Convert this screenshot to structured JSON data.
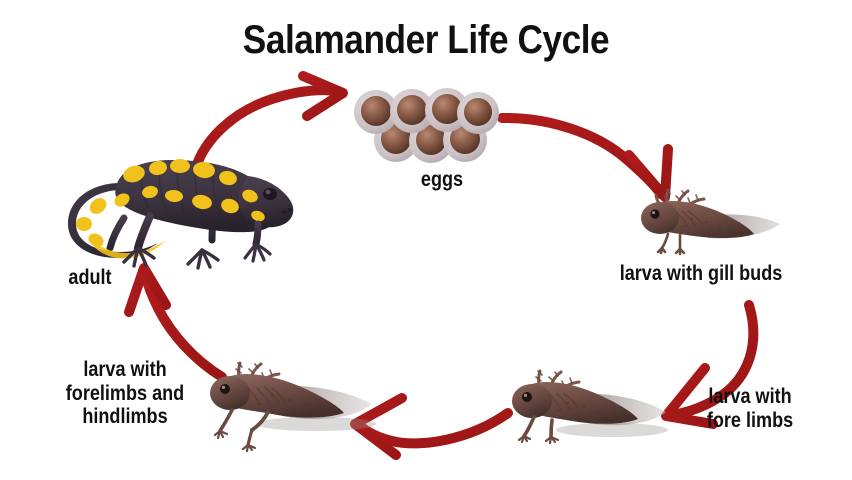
{
  "title": "Salamander Life Cycle",
  "palette": {
    "background": "#ffffff",
    "text": "#111111",
    "arrow_red": "#b01c1c",
    "arrow_red_dark": "#961616",
    "adult_body": "#413845",
    "adult_body_dark": "#2e2733",
    "adult_spot_yellow": "#f2c21c",
    "adult_spot_yellow_light": "#ffd633",
    "larva_body": "#6b4a42",
    "larva_body_dark": "#4b332e",
    "larva_body_light": "#8a6459",
    "larva_fin": "#b9b2b0",
    "egg_membrane": "#c9c0c4",
    "egg_yolk_light": "#a87a63",
    "egg_yolk_dark": "#5e3a2c"
  },
  "diagram": {
    "type": "life-cycle",
    "order": [
      "eggs",
      "larva with gill buds",
      "larva with fore limbs",
      "larva with forelimbs and hindlimbs",
      "adult"
    ],
    "direction": "clockwise",
    "arrow_count": 5
  },
  "stages": [
    {
      "id": "eggs",
      "label": "eggs",
      "egg_count": 7,
      "egg_rows": [
        4,
        3
      ]
    },
    {
      "id": "larva-gill-buds",
      "label": "larva with gill buds",
      "lines": [
        "larva with gill buds"
      ]
    },
    {
      "id": "larva-fore-limbs",
      "label": "larva with fore limbs",
      "lines": [
        "larva with",
        "fore limbs"
      ]
    },
    {
      "id": "larva-fore-hind-limbs",
      "label": "larva with forelimbs and hindlimbs",
      "lines": [
        "larva with",
        "forelimbs and",
        "hindlimbs"
      ]
    },
    {
      "id": "adult",
      "label": "adult",
      "lines": [
        "adult"
      ]
    }
  ],
  "arrows": [
    {
      "id": "adult-to-eggs",
      "from": "adult",
      "to": "eggs"
    },
    {
      "id": "eggs-to-gill-buds",
      "from": "eggs",
      "to": "larva with gill buds"
    },
    {
      "id": "gill-buds-to-fore-limbs",
      "from": "larva with gill buds",
      "to": "larva with fore limbs"
    },
    {
      "id": "fore-limbs-to-fore-hind-limbs",
      "from": "larva with fore limbs",
      "to": "larva with forelimbs and hindlimbs"
    },
    {
      "id": "fore-hind-limbs-to-adult",
      "from": "larva with forelimbs and hindlimbs",
      "to": "adult"
    }
  ]
}
